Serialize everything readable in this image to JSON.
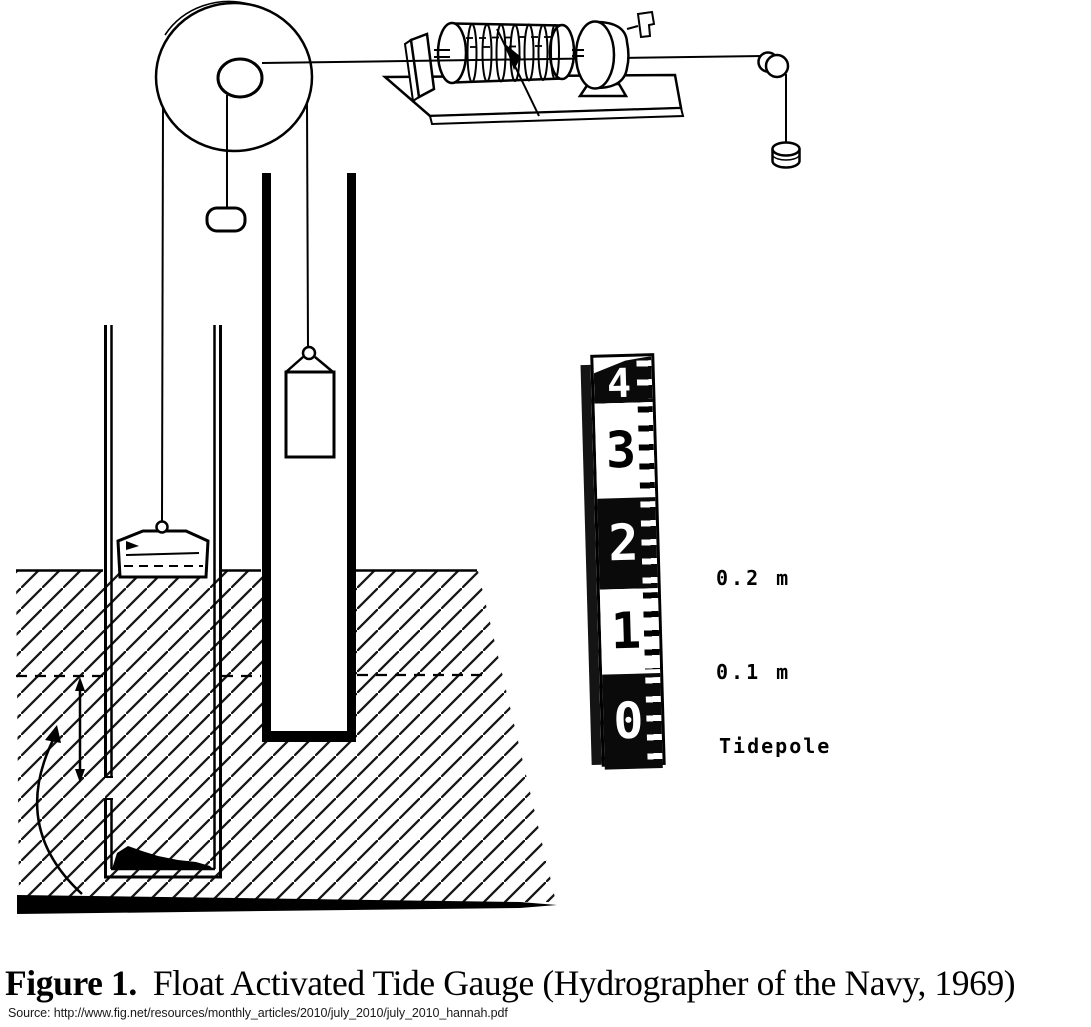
{
  "figure": {
    "caption_bold": "Figure 1.",
    "caption_rest": "Float Activated Tide Gauge (Hydrographer of the Navy, 1969)",
    "source_line": "Source: http://www.fig.net/resources/monthly_articles/2010/july_2010/july_2010_hannah.pdf"
  },
  "tidepole": {
    "digits": [
      "4",
      "3",
      "2",
      "1",
      "0"
    ],
    "label_02m": "0.2 m",
    "label_01m": "0.1 m",
    "label_name": "Tidepole"
  },
  "colors": {
    "ink": "#000000",
    "paper": "#ffffff"
  }
}
